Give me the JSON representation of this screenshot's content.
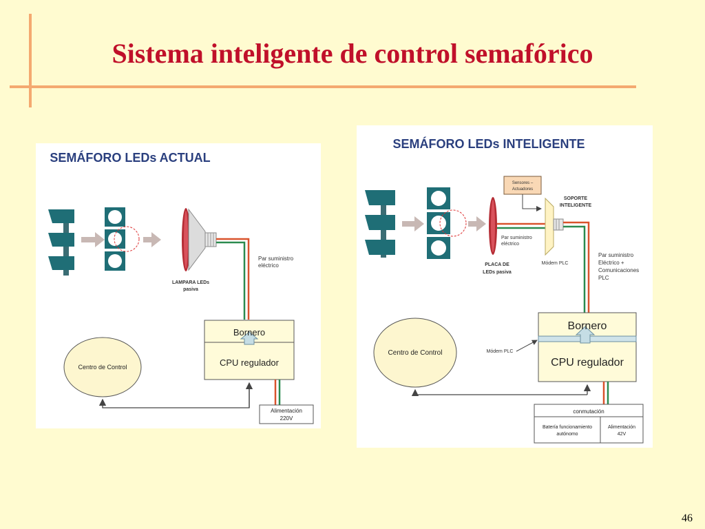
{
  "title": "Sistema inteligente de control semafórico",
  "page_number": "46",
  "colors": {
    "title": "#c0102a",
    "accent_line": "#f4a970",
    "background": "#fffbd0",
    "signal_teal": "#1f6e76",
    "wire_red": "#d9522c",
    "wire_green": "#2b8a4f",
    "control_circle": "#fdf6cf"
  },
  "left_diagram": {
    "heading": "SEMÁFORO LEDs ACTUAL",
    "lamp_label_1": "LAMPARA LEDs",
    "lamp_label_2": "pasiva",
    "supply_label_1": "Par suministro",
    "supply_label_2": "eléctrico",
    "bornero": "Bornero",
    "cpu": "CPU regulador",
    "control": "Centro de Control",
    "power_1": "Alimentación",
    "power_2": "220V"
  },
  "right_diagram": {
    "heading": "SEMÁFORO LEDs INTELIGENTE",
    "sensors_1": "Sensores –",
    "sensors_2": "Actuadores",
    "support_1": "SOPORTE",
    "support_2": "INTELIGENTE",
    "supply_label_1": "Par suministro",
    "supply_label_2": "eléctrico",
    "plate_1": "PLACA DE",
    "plate_2": "LEDs pasiva",
    "modem_top": "Módem PLC",
    "comm_1": "Par suministro",
    "comm_2": "Eléctrico +",
    "comm_3": "Comunicaciones",
    "comm_4": "PLC",
    "bornero": "Bornero",
    "cpu": "CPU regulador",
    "modem_side": "Módem PLC",
    "control": "Centro de Control",
    "switching": "conmutación",
    "battery_1": "Batería funcionamiento",
    "battery_2": "autónomo",
    "power_1": "Alimentación",
    "power_2": "42V"
  }
}
